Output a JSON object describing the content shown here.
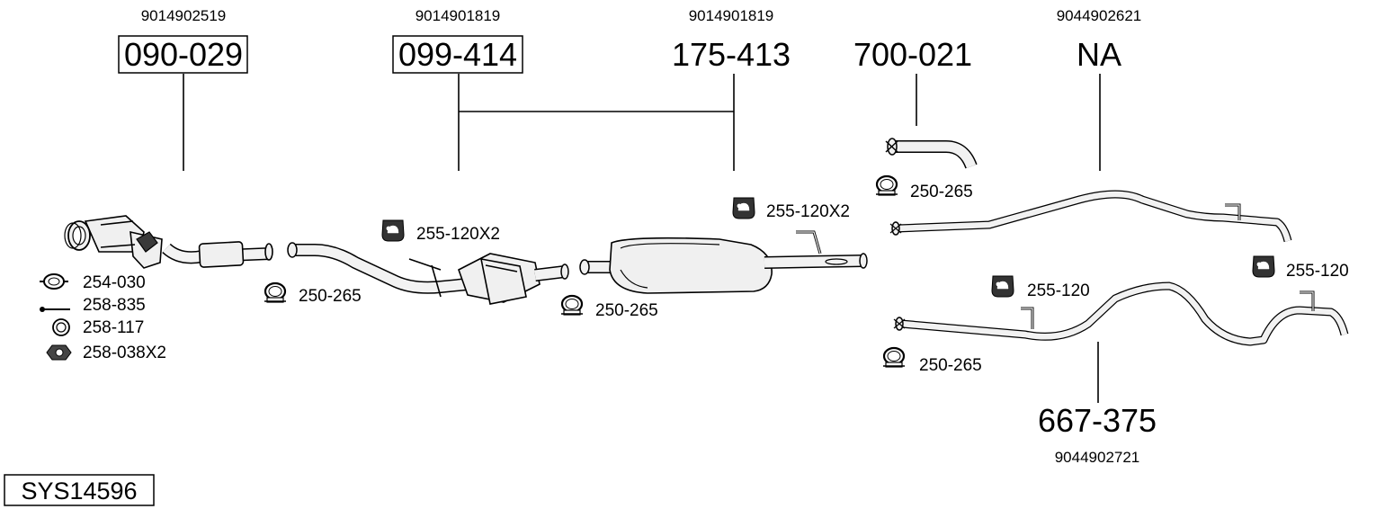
{
  "diagram_id": "SYS14596",
  "parts": [
    {
      "number": "090-029",
      "oem": "9014902519",
      "boxed": true
    },
    {
      "number": "099-414",
      "oem": "9014901819",
      "boxed": true
    },
    {
      "number": "175-413",
      "oem": "9014901819",
      "boxed": false
    },
    {
      "number": "700-021",
      "oem": "",
      "boxed": false
    },
    {
      "number": "NA",
      "oem": "9044902621",
      "boxed": false
    },
    {
      "number": "667-375",
      "oem": "9044902721",
      "boxed": false
    }
  ],
  "accessories": {
    "front_clamp": "254-030",
    "front_bolt": "258-835",
    "front_ring": "258-117",
    "front_nut": "258-038X2",
    "clamp_1": "250-265",
    "hanger_1": "255-120X2",
    "clamp_2": "250-265",
    "hanger_2": "255-120X2",
    "clamp_3": "250-265",
    "hanger_3": "255-120",
    "hanger_4": "255-120",
    "clamp_4": "250-265"
  }
}
